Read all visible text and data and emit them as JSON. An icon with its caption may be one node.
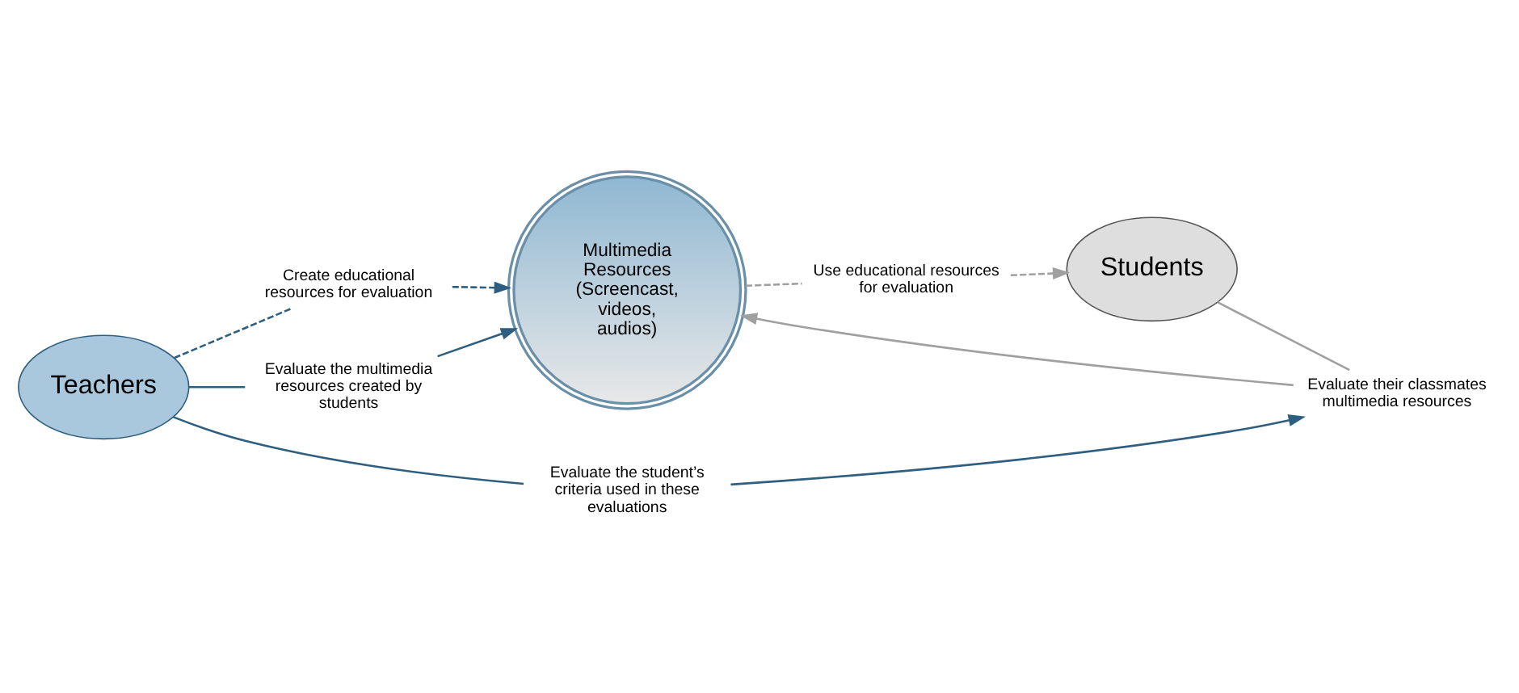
{
  "diagram": {
    "nodes": [
      {
        "text": [
          "Teachers"
        ]
      },
      {
        "text": [
          "Multimedia Resources",
          "(Screencast, videos, audios)"
        ]
      },
      {
        "text": [
          "Students"
        ]
      },
      {
        "text": [
          "Create educational resources for evaluation"
        ]
      },
      {
        "text": [
          "Use educational resources for evaluation"
        ]
      },
      {
        "text": [
          "Evaluate the multimedia resources created by students"
        ]
      },
      {
        "text": [
          "Evaluate their classmates multimedia resources"
        ]
      },
      {
        "text": [
          "Evaluate the student’s criteria used in these evaluations"
        ]
      }
    ],
    "edges": [
      {
        "from": 0,
        "to": 3,
        "arrow": "none",
        "style": "dashed"
      },
      {
        "from": 3,
        "to": 1,
        "arrow": "to",
        "style": "dashed"
      },
      {
        "from": 1,
        "to": 4,
        "arrow": "none",
        "style": "dashed",
        "color": "#a0a0a0"
      },
      {
        "from": 4,
        "to": 2,
        "arrow": "to",
        "style": "dashed",
        "color": "#a0a0a0"
      },
      {
        "from": 0,
        "to": 5,
        "arrow": "none"
      },
      {
        "from": 5,
        "to": 1,
        "arrow": "to"
      },
      {
        "from": 2,
        "to": 6,
        "arrow": "none",
        "color": "#a0a0a0"
      },
      {
        "from": 6,
        "to": 1,
        "arrow": "to",
        "color": "#a0a0a0"
      },
      {
        "from": 0,
        "to": 7,
        "arrow": "none"
      },
      {
        "from": 7,
        "to": 6,
        "arrow": "to"
      }
    ]
  }
}
